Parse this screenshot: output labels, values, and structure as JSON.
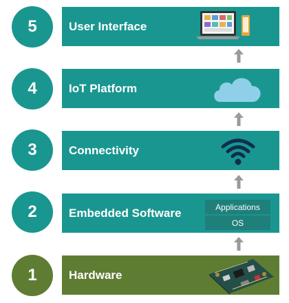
{
  "colors": {
    "teal": "#1a9690",
    "olive": "#5e7d33",
    "arrow": "#9a9a9a"
  },
  "layers": [
    {
      "number": "5",
      "label": "User Interface"
    },
    {
      "number": "4",
      "label": "IoT Platform"
    },
    {
      "number": "3",
      "label": "Connectivity"
    },
    {
      "number": "2",
      "label": "Embedded Software"
    },
    {
      "number": "1",
      "label": "Hardware"
    }
  ],
  "software_stack": {
    "top": "Applications",
    "bottom": "OS"
  },
  "icons": {
    "ui": "laptop-phone-icon",
    "platform": "cloud-icon",
    "connectivity": "wifi-icon",
    "hardware": "circuit-board-icon"
  }
}
